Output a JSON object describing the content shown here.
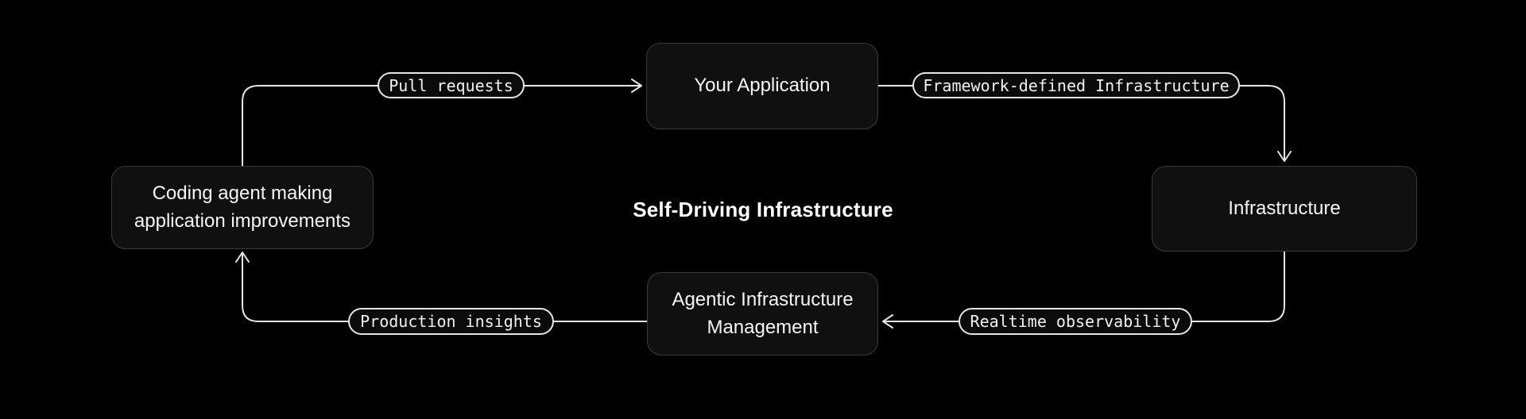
{
  "diagram": {
    "title": "Self-Driving Infrastructure",
    "nodes": [
      {
        "id": "your-application",
        "label": "Your Application"
      },
      {
        "id": "infrastructure",
        "label": "Infrastructure"
      },
      {
        "id": "coding-agent",
        "label": "Coding agent making application improvements"
      },
      {
        "id": "agentic-infrastructure-management",
        "label": "Agentic Infrastructure Management"
      }
    ],
    "edge_labels": [
      {
        "id": "pull-requests",
        "label": "Pull requests",
        "from": "coding-agent",
        "to": "your-application"
      },
      {
        "id": "framework-defined-infrastructure",
        "label": "Framework-defined Infrastructure",
        "from": "your-application",
        "to": "infrastructure"
      },
      {
        "id": "realtime-observability",
        "label": "Realtime observability",
        "from": "infrastructure",
        "to": "agentic-infrastructure-management"
      },
      {
        "id": "production-insights",
        "label": "Production insights",
        "from": "agentic-infrastructure-management",
        "to": "coding-agent"
      }
    ],
    "colors": {
      "background": "#000000",
      "node_fill": "#101010",
      "node_border": "#3a3a3a",
      "connector": "#e6e6e6",
      "pill_border": "#e6e6e6",
      "text": "#f5f5f5"
    }
  }
}
